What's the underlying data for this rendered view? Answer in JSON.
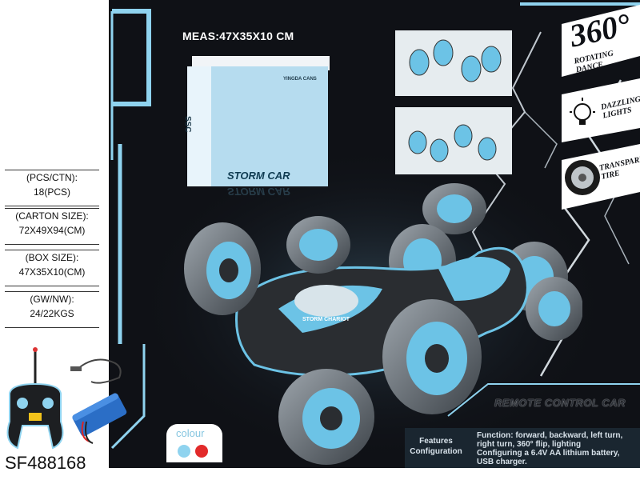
{
  "specs": [
    {
      "label": "(PCS/CTN):",
      "value": "18(PCS)"
    },
    {
      "label": "(CARTON SIZE):",
      "value": "72X49X94(CM)"
    },
    {
      "label": "(BOX SIZE):",
      "value": "47X35X10(CM)"
    },
    {
      "label": "(GW/NW):",
      "value": "24/22KGS"
    }
  ],
  "measurement": "MEAS:47X35X10 CM",
  "box": {
    "name": "STORM CAR",
    "side_logo": "SSC",
    "brand": "YINGDA CANS"
  },
  "badges": {
    "rotating": {
      "number": "360°",
      "text": "ROTATING DANCE",
      "icon": "rotation-badge"
    },
    "lights": {
      "text": "DAZZLING LIGHTS",
      "icon": "light-bulb-icon"
    },
    "tire": {
      "text": "TRANSPARENT TIRE",
      "icon": "tire-icon"
    }
  },
  "title": "REMOTE CONTROL CAR",
  "car_label": "STORM CHARIOT",
  "colour": {
    "label": "colour",
    "options": [
      "#8fd3ef",
      "#e22a2a"
    ]
  },
  "features": {
    "heading_line1": "Features",
    "heading_line2": "Configuration",
    "lines": [
      "Function: forward, backward, left turn,",
      "right turn, 360° flip, lighting",
      "Configuring a 6.4V AA lithium battery,",
      "USB charger."
    ]
  },
  "sku": "SF488168",
  "colors": {
    "accent": "#8fd3ef",
    "dark": "#0f1116",
    "car_blue": "#6cc3e6"
  }
}
